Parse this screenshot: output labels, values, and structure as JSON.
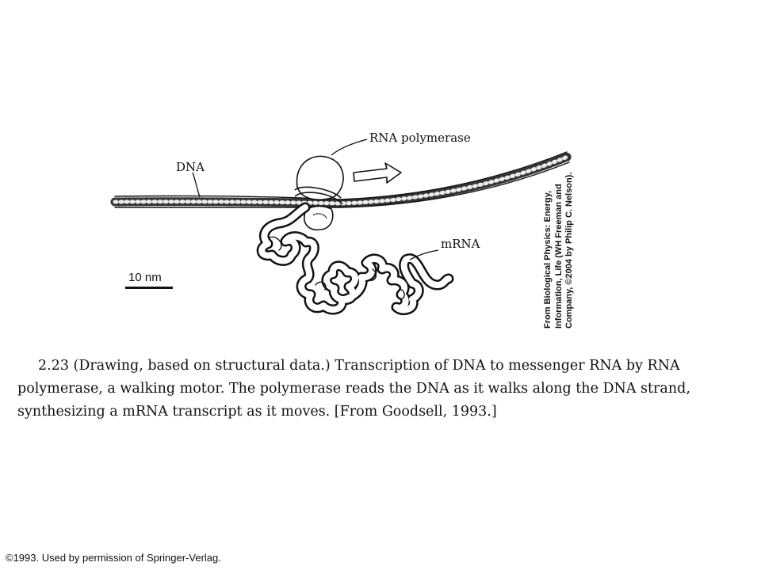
{
  "figure": {
    "labels": {
      "dna": "DNA",
      "rna_polymerase": "RNA polymerase",
      "mrna": "mRNA",
      "scale_bar": "10 nm"
    },
    "side_credit": [
      "From Biological Physics: Energy,",
      "Information, Life (WH Freeman and",
      "Company, ©2004 by Philip C. Nelson)."
    ]
  },
  "caption": {
    "lines": [
      "2.23 (Drawing, based on structural data.)  Transcription of DNA to messenger RNA by RNA",
      "polymerase, a walking motor.  The polymerase reads the DNA as it walks along the DNA strand,",
      "synthesizing a mRNA transcript as it moves.  [From Goodsell, 1993.]"
    ]
  },
  "footer": {
    "copyright": "©1993. Used by permission of Springer-Verlag."
  }
}
